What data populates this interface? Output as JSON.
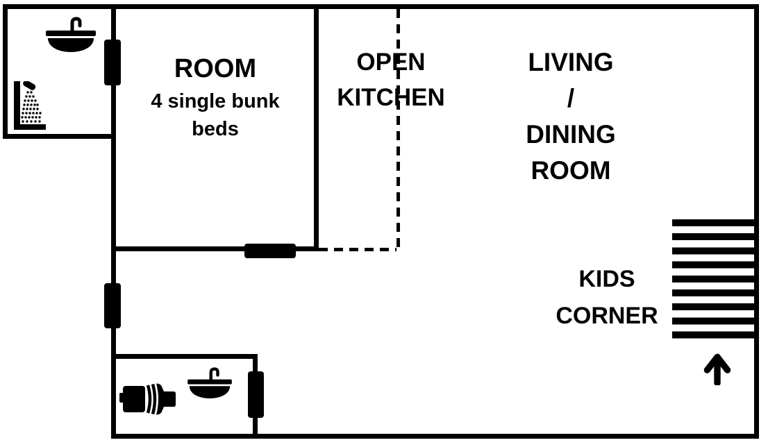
{
  "colors": {
    "wall": "#000000",
    "background": "#ffffff",
    "text": "#000000"
  },
  "rooms": {
    "bunk_room": {
      "title": "ROOM",
      "subtitle_lines": [
        "4 single bunk",
        "beds"
      ]
    },
    "open_kitchen": {
      "label_lines": [
        "OPEN",
        "KITCHEN"
      ]
    },
    "living_dining": {
      "label_lines": [
        "LIVING",
        "/",
        "DINING",
        "ROOM"
      ]
    },
    "kids_corner": {
      "label_lines": [
        "KIDS",
        "CORNER"
      ]
    }
  },
  "fixtures": {
    "top_bathroom": {
      "icons": [
        "sink-icon",
        "shower-icon"
      ]
    },
    "bottom_bathroom": {
      "icons": [
        "toilet-icon",
        "sink-icon"
      ]
    },
    "stairs": {
      "icon": "stairs-hatching",
      "steps": 9
    },
    "entrance": {
      "icon": "up-arrow-icon"
    }
  }
}
